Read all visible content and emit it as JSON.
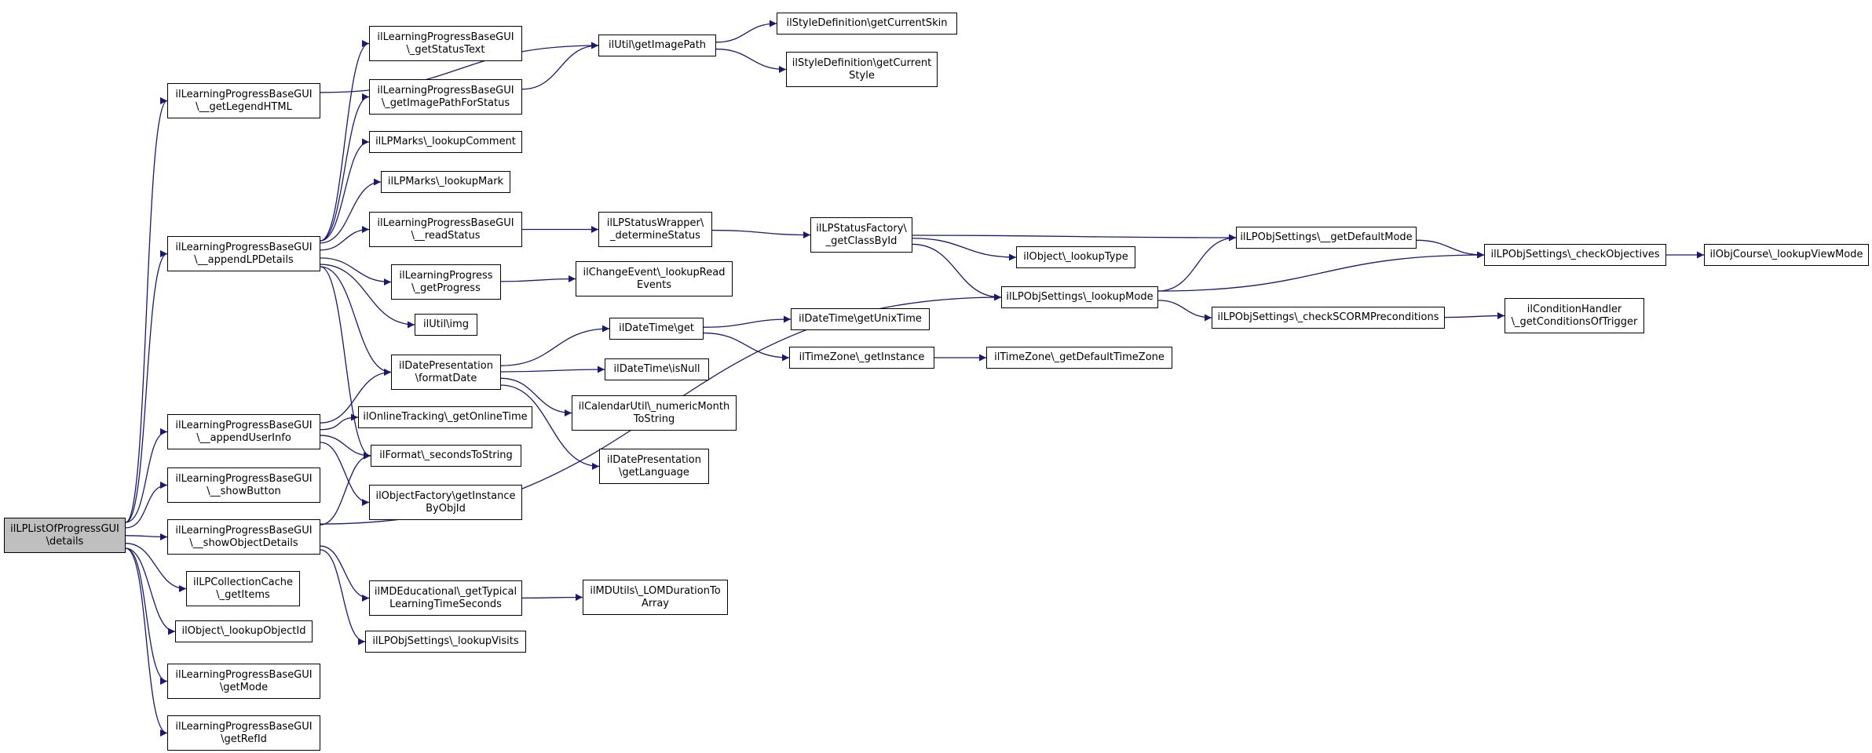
{
  "colors": {
    "edge": "#191970",
    "node_border": "#000000",
    "root_fill": "#bfbfbf",
    "node_fill": "#ffffff"
  },
  "nodes": [
    {
      "id": "root",
      "lines": [
        "ilLPListOfProgressGUI",
        "\\details"
      ],
      "root": true
    },
    {
      "id": "legend",
      "lines": [
        "ilLearningProgressBaseGUI",
        "\\__getLegendHTML"
      ]
    },
    {
      "id": "appendlp",
      "lines": [
        "ilLearningProgressBaseGUI",
        "\\__appendLPDetails"
      ]
    },
    {
      "id": "appenduser",
      "lines": [
        "ilLearningProgressBaseGUI",
        "\\__appendUserInfo"
      ]
    },
    {
      "id": "showbutton",
      "lines": [
        "ilLearningProgressBaseGUI",
        "\\__showButton"
      ]
    },
    {
      "id": "showobj",
      "lines": [
        "ilLearningProgressBaseGUI",
        "\\__showObjectDetails"
      ]
    },
    {
      "id": "collcache",
      "lines": [
        "ilLPCollectionCache",
        "\\_getItems"
      ]
    },
    {
      "id": "lookupobjid",
      "lines": [
        "ilObject\\_lookupObjectId"
      ]
    },
    {
      "id": "getmode",
      "lines": [
        "ilLearningProgressBaseGUI",
        "\\getMode"
      ]
    },
    {
      "id": "getrefid",
      "lines": [
        "ilLearningProgressBaseGUI",
        "\\getRefId"
      ]
    },
    {
      "id": "statustext",
      "lines": [
        "ilLearningProgressBaseGUI",
        "\\_getStatusText"
      ]
    },
    {
      "id": "imgstatus",
      "lines": [
        "ilLearningProgressBaseGUI",
        "\\_getImagePathForStatus"
      ]
    },
    {
      "id": "lpcomment",
      "lines": [
        "ilLPMarks\\_lookupComment"
      ]
    },
    {
      "id": "lpmark",
      "lines": [
        "ilLPMarks\\_lookupMark"
      ]
    },
    {
      "id": "readstatus",
      "lines": [
        "ilLearningProgressBaseGUI",
        "\\__readStatus"
      ]
    },
    {
      "id": "getprogress",
      "lines": [
        "ilLearningProgress",
        "\\_getProgress"
      ]
    },
    {
      "id": "utilimg",
      "lines": [
        "ilUtil\\img"
      ]
    },
    {
      "id": "formatdate",
      "lines": [
        "ilDatePresentation",
        "\\formatDate"
      ]
    },
    {
      "id": "onlinetime",
      "lines": [
        "ilOnlineTracking\\_getOnlineTime"
      ]
    },
    {
      "id": "secondsto",
      "lines": [
        "ilFormat\\_secondsToString"
      ]
    },
    {
      "id": "objfactory",
      "lines": [
        "ilObjectFactory\\getInstance",
        "ByObjId"
      ]
    },
    {
      "id": "mdedu",
      "lines": [
        "ilMDEducational\\_getTypical",
        "LearningTimeSeconds"
      ]
    },
    {
      "id": "lookupvisits",
      "lines": [
        "ilLPObjSettings\\_lookupVisits"
      ]
    },
    {
      "id": "getimagepath",
      "lines": [
        "ilUtil\\getImagePath"
      ]
    },
    {
      "id": "lpstatuswrapper",
      "lines": [
        "ilLPStatusWrapper\\",
        "_determineStatus"
      ]
    },
    {
      "id": "changeevent",
      "lines": [
        "ilChangeEvent\\_lookupRead",
        "Events"
      ]
    },
    {
      "id": "datetimeget",
      "lines": [
        "ilDateTime\\get"
      ]
    },
    {
      "id": "isnull",
      "lines": [
        "ilDateTime\\isNull"
      ]
    },
    {
      "id": "calutil",
      "lines": [
        "ilCalendarUtil\\_numericMonth",
        "ToString"
      ]
    },
    {
      "id": "getlanguage",
      "lines": [
        "ilDatePresentation",
        "\\getLanguage"
      ]
    },
    {
      "id": "lomduration",
      "lines": [
        "ilMDUtils\\_LOMDurationTo",
        "Array"
      ]
    },
    {
      "id": "curskin",
      "lines": [
        "ilStyleDefinition\\getCurrentSkin"
      ]
    },
    {
      "id": "curstyle",
      "lines": [
        "ilStyleDefinition\\getCurrent",
        "Style"
      ]
    },
    {
      "id": "statusfactory",
      "lines": [
        "ilLPStatusFactory\\",
        "_getClassById"
      ]
    },
    {
      "id": "unixtime",
      "lines": [
        "ilDateTime\\getUnixTime"
      ]
    },
    {
      "id": "tzinstance",
      "lines": [
        "ilTimeZone\\_getInstance"
      ]
    },
    {
      "id": "lookuptype",
      "lines": [
        "ilObject\\_lookupType"
      ]
    },
    {
      "id": "lookupmode",
      "lines": [
        "ilLPObjSettings\\_lookupMode"
      ]
    },
    {
      "id": "defaulttz",
      "lines": [
        "ilTimeZone\\_getDefaultTimeZone"
      ]
    },
    {
      "id": "defaultmode",
      "lines": [
        "ilLPObjSettings\\__getDefaultMode"
      ]
    },
    {
      "id": "scormprecond",
      "lines": [
        "ilLPObjSettings\\_checkSCORMPreconditions"
      ]
    },
    {
      "id": "checkobj",
      "lines": [
        "ilLPObjSettings\\_checkObjectives"
      ]
    },
    {
      "id": "condhandler",
      "lines": [
        "ilConditionHandler",
        "\\_getConditionsOfTrigger"
      ]
    },
    {
      "id": "viewmode",
      "lines": [
        "ilObjCourse\\_lookupViewMode"
      ]
    }
  ],
  "edges": [
    [
      "root",
      "legend"
    ],
    [
      "root",
      "appendlp"
    ],
    [
      "root",
      "appenduser"
    ],
    [
      "root",
      "showbutton"
    ],
    [
      "root",
      "showobj"
    ],
    [
      "root",
      "collcache"
    ],
    [
      "root",
      "lookupobjid"
    ],
    [
      "root",
      "getmode"
    ],
    [
      "root",
      "getrefid"
    ],
    [
      "legend",
      "getimagepath"
    ],
    [
      "appendlp",
      "statustext"
    ],
    [
      "appendlp",
      "imgstatus"
    ],
    [
      "appendlp",
      "lpcomment"
    ],
    [
      "appendlp",
      "lpmark"
    ],
    [
      "appendlp",
      "readstatus"
    ],
    [
      "appendlp",
      "getprogress"
    ],
    [
      "appendlp",
      "utilimg"
    ],
    [
      "appendlp",
      "formatdate"
    ],
    [
      "appendlp",
      "secondsto"
    ],
    [
      "appenduser",
      "formatdate"
    ],
    [
      "appenduser",
      "onlinetime"
    ],
    [
      "appenduser",
      "secondsto"
    ],
    [
      "appenduser",
      "objfactory"
    ],
    [
      "showobj",
      "secondsto"
    ],
    [
      "showobj",
      "mdedu"
    ],
    [
      "showobj",
      "lookupvisits"
    ],
    [
      "showobj",
      "lookupmode"
    ],
    [
      "imgstatus",
      "getimagepath"
    ],
    [
      "getimagepath",
      "curskin"
    ],
    [
      "getimagepath",
      "curstyle"
    ],
    [
      "readstatus",
      "lpstatuswrapper"
    ],
    [
      "lpstatuswrapper",
      "statusfactory"
    ],
    [
      "getprogress",
      "changeevent"
    ],
    [
      "formatdate",
      "datetimeget"
    ],
    [
      "formatdate",
      "isnull"
    ],
    [
      "formatdate",
      "calutil"
    ],
    [
      "formatdate",
      "getlanguage"
    ],
    [
      "datetimeget",
      "unixtime"
    ],
    [
      "datetimeget",
      "tzinstance"
    ],
    [
      "tzinstance",
      "defaulttz"
    ],
    [
      "mdedu",
      "lomduration"
    ],
    [
      "statusfactory",
      "defaultmode"
    ],
    [
      "statusfactory",
      "lookuptype"
    ],
    [
      "statusfactory",
      "lookupmode"
    ],
    [
      "lookupmode",
      "defaultmode"
    ],
    [
      "lookupmode",
      "checkobj"
    ],
    [
      "lookupmode",
      "scormprecond"
    ],
    [
      "defaultmode",
      "checkobj"
    ],
    [
      "checkobj",
      "viewmode"
    ],
    [
      "scormprecond",
      "condhandler"
    ]
  ]
}
